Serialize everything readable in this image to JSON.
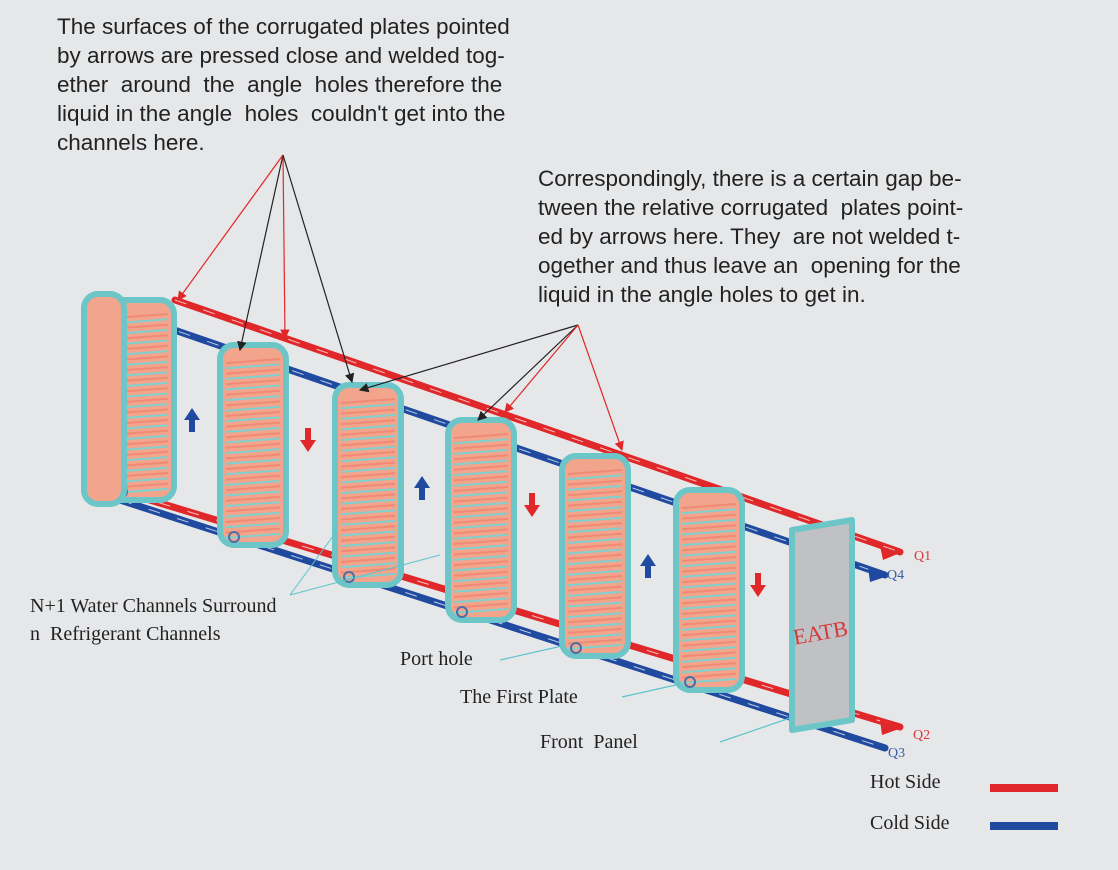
{
  "annotations": {
    "welded_note": "The surfaces of the corrugated plates pointed\nby arrows are pressed close and welded tog-\nether  around  the  angle  holes therefore the\nliquid in the angle  holes  couldn't get into the\nchannels here.",
    "gap_note": "Correspondingly, there is a certain gap be-\ntween the relative corrugated  plates point-\ned by arrows here. They  are not welded t-\nogether and thus leave an  opening for the\nliquid in the angle holes to get in.",
    "channels_label": "N+1 Water Channels Surround\nn  Refrigerant Channels",
    "port_hole": "Port hole",
    "first_plate": "The First Plate",
    "front_panel": "Front  Panel",
    "brand": "EATB"
  },
  "ports": {
    "q1": "Q1",
    "q2": "Q2",
    "q3": "Q3",
    "q4": "Q4"
  },
  "legend": {
    "hot": "Hot Side",
    "cold": "Cold Side"
  },
  "colors": {
    "hot": "#e0282a",
    "cold": "#1f4aa0",
    "plate_edge": "#6cc6c8",
    "plate_fill": "#f2a48c",
    "background": "#e6e7e9"
  }
}
